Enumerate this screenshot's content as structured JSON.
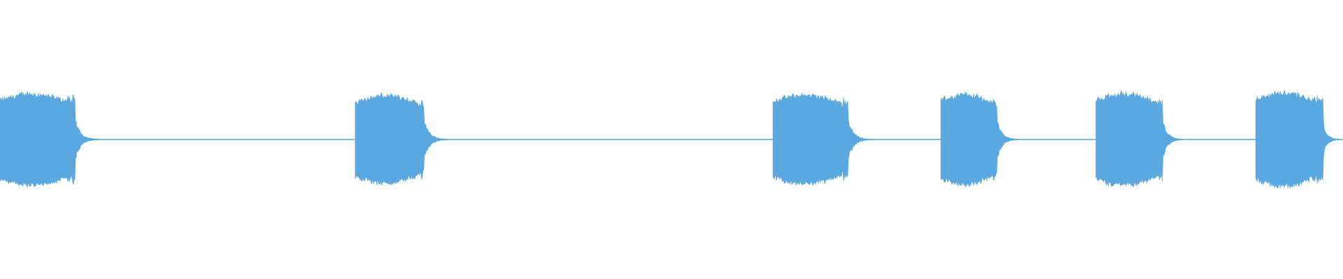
{
  "waveform": {
    "color": "#5BA8E0",
    "background": "#ffffff",
    "bursts": [
      {
        "name": "burst-1",
        "start": 0.0,
        "end": 0.056,
        "amp": 0.67,
        "tail": 0.018
      },
      {
        "name": "burst-2",
        "start": 0.2645,
        "end": 0.316,
        "amp": 0.64,
        "tail": 0.018
      },
      {
        "name": "burst-3",
        "start": 0.5755,
        "end": 0.6315,
        "amp": 0.65,
        "tail": 0.018
      },
      {
        "name": "burst-4",
        "start": 0.7005,
        "end": 0.7425,
        "amp": 0.66,
        "tail": 0.016
      },
      {
        "name": "burst-5",
        "start": 0.816,
        "end": 0.8655,
        "amp": 0.67,
        "tail": 0.016
      },
      {
        "name": "burst-6",
        "start": 0.935,
        "end": 0.985,
        "amp": 0.68,
        "tail": 0.012
      }
    ]
  }
}
